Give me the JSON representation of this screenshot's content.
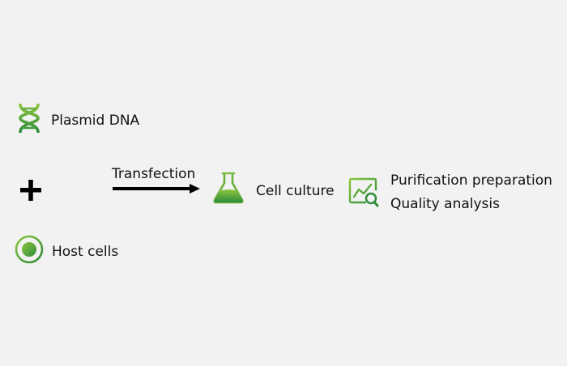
{
  "colors": {
    "background": "#f2f2f2",
    "green_dark": "#2e8b3a",
    "green_light": "#8cc63f",
    "text": "#111111",
    "arrow": "#000000"
  },
  "inputs": {
    "dna": {
      "label": "Plasmid DNA",
      "icon": "dna-helix-icon"
    },
    "host": {
      "label": "Host cells",
      "icon": "cell-icon"
    },
    "combine_symbol": "+"
  },
  "process": {
    "arrow_label": "Transfection",
    "culture": {
      "label": "Cell culture",
      "icon": "flask-icon"
    },
    "analysis": {
      "icon": "chart-magnifier-icon",
      "lines": [
        "Purification preparation",
        "Quality analysis"
      ]
    }
  }
}
